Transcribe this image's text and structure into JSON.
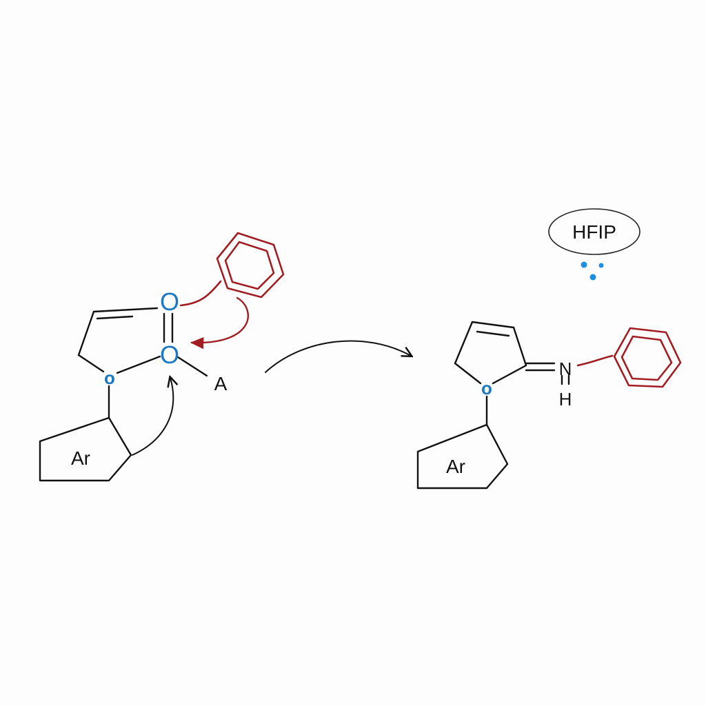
{
  "colors": {
    "background": "#fdfdfd",
    "bond": "#111111",
    "heteroatom": "#1a78c2",
    "phenyl": "#a11d22",
    "solvent_drops": "#1e8fe0"
  },
  "reactant": {
    "carbonyl_oxygen": "O",
    "center_oxygen": "O",
    "ring_oxygen": "o",
    "leaving_group": "A",
    "aryl_label": "Ar"
  },
  "arrows": {
    "reaction_arrow": "curved-reaction-arrow",
    "electron_push_1": "curved-electron-arrow-phenyl",
    "electron_push_2": "curved-electron-arrow-aryl"
  },
  "product": {
    "ring_oxygen": "o",
    "nitrogen": "N",
    "hydrogen": "H",
    "aryl_label": "Ar"
  },
  "solvent": {
    "label": "HFIP"
  }
}
